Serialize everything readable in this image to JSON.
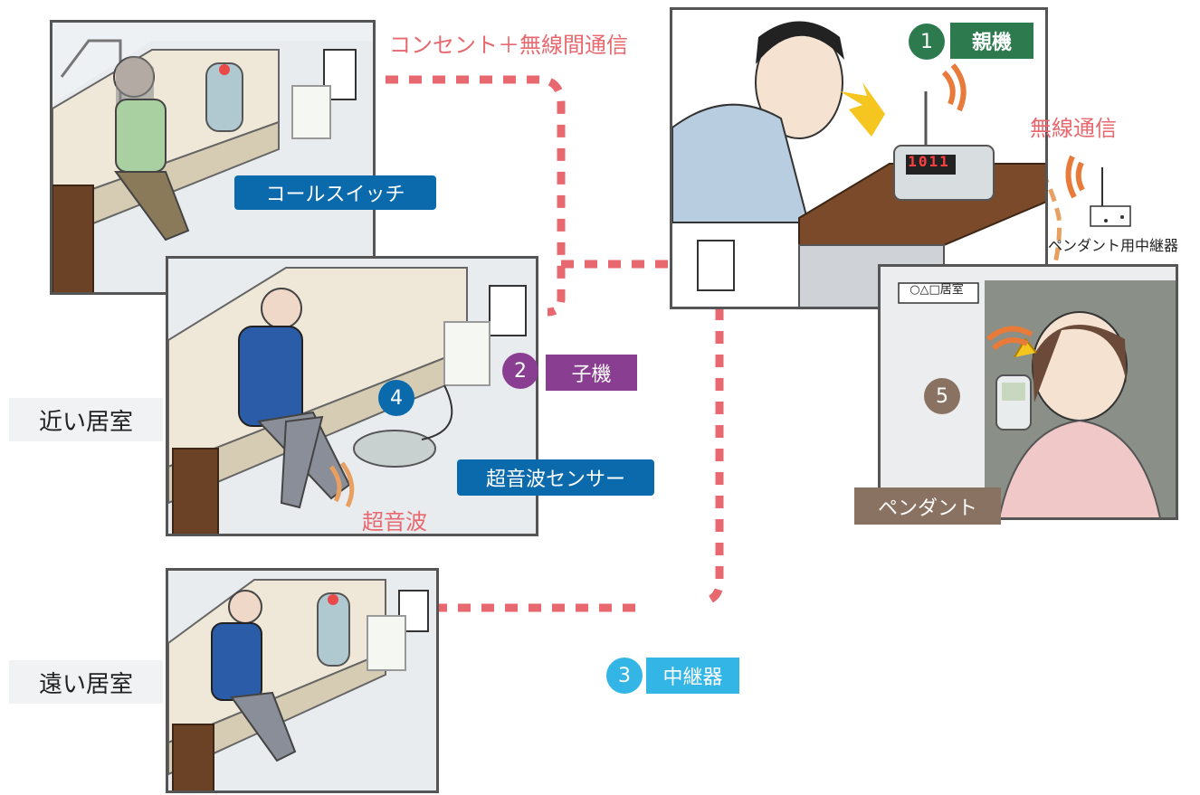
{
  "labels": {
    "concentric": "コンセント＋無線間通信",
    "wireless": "無線通信",
    "ultrasonic": "超音波",
    "pendant_relay": "ペンダント用中継器",
    "room_sign": "○△□居室"
  },
  "rooms": {
    "near": "近い居室",
    "far": "遠い居室"
  },
  "devices": {
    "call_switch": "コールスイッチ",
    "parent": {
      "number": "1",
      "label": "親機"
    },
    "child": {
      "number": "2",
      "label": "子機"
    },
    "relay": {
      "number": "3",
      "label": "中継器"
    },
    "sensor": {
      "number": "4",
      "label": "超音波センサー"
    },
    "pendant": {
      "number": "5",
      "label": "ペンダント"
    }
  },
  "display": {
    "readout": "1011"
  },
  "colors": {
    "blue_label": "#0a6aab",
    "green_label": "#2c7a4e",
    "purple_label": "#8a3e92",
    "cyan_label": "#33b5e5",
    "brown_label": "#8a7262",
    "dotted_line": "#e8686f"
  }
}
